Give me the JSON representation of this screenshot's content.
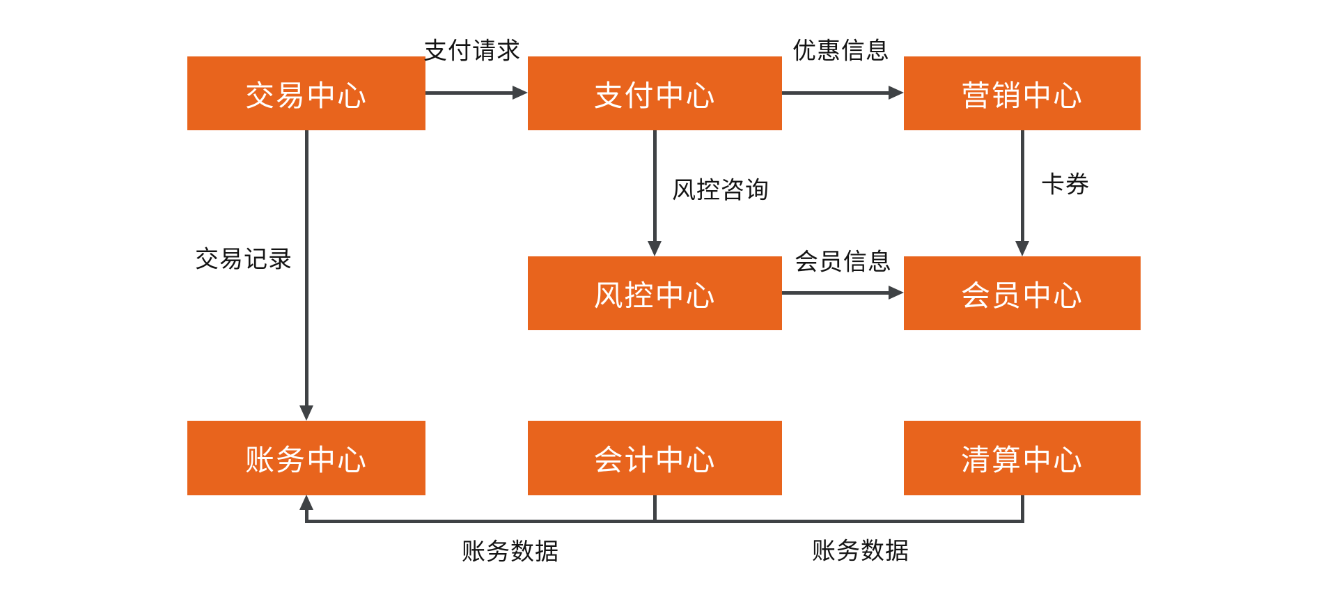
{
  "diagram": {
    "type": "flowchart",
    "colors": {
      "node_fill": "#E8641D",
      "node_text": "#FFFFFF",
      "connector": "#3F4245",
      "edge_label_text": "#141414",
      "background": "#FFFFFF"
    },
    "nodes": [
      {
        "id": "trade-center",
        "label": "交易中心"
      },
      {
        "id": "payment-center",
        "label": "支付中心"
      },
      {
        "id": "marketing-center",
        "label": "营销中心"
      },
      {
        "id": "risk-center",
        "label": "风控中心"
      },
      {
        "id": "member-center",
        "label": "会员中心"
      },
      {
        "id": "account-center",
        "label": "账务中心"
      },
      {
        "id": "bookkeeping-center",
        "label": "会计中心"
      },
      {
        "id": "clearing-center",
        "label": "清算中心"
      }
    ],
    "edges": [
      {
        "from": "交易中心",
        "to": "支付中心",
        "label": "支付请求",
        "direction": "right"
      },
      {
        "from": "支付中心",
        "to": "营销中心",
        "label": "优惠信息",
        "direction": "right"
      },
      {
        "from": "支付中心",
        "to": "风控中心",
        "label": "风控咨询",
        "direction": "down"
      },
      {
        "from": "营销中心",
        "to": "会员中心",
        "label": "卡券",
        "direction": "down"
      },
      {
        "from": "风控中心",
        "to": "会员中心",
        "label": "会员信息",
        "direction": "right"
      },
      {
        "from": "交易中心",
        "to": "账务中心",
        "label": "交易记录",
        "direction": "down"
      },
      {
        "from": "会计中心",
        "to": "账务中心",
        "label": "账务数据",
        "direction": "down-left-up"
      },
      {
        "from": "清算中心",
        "to": "账务中心",
        "label": "账务数据",
        "direction": "down-left-up"
      }
    ]
  }
}
